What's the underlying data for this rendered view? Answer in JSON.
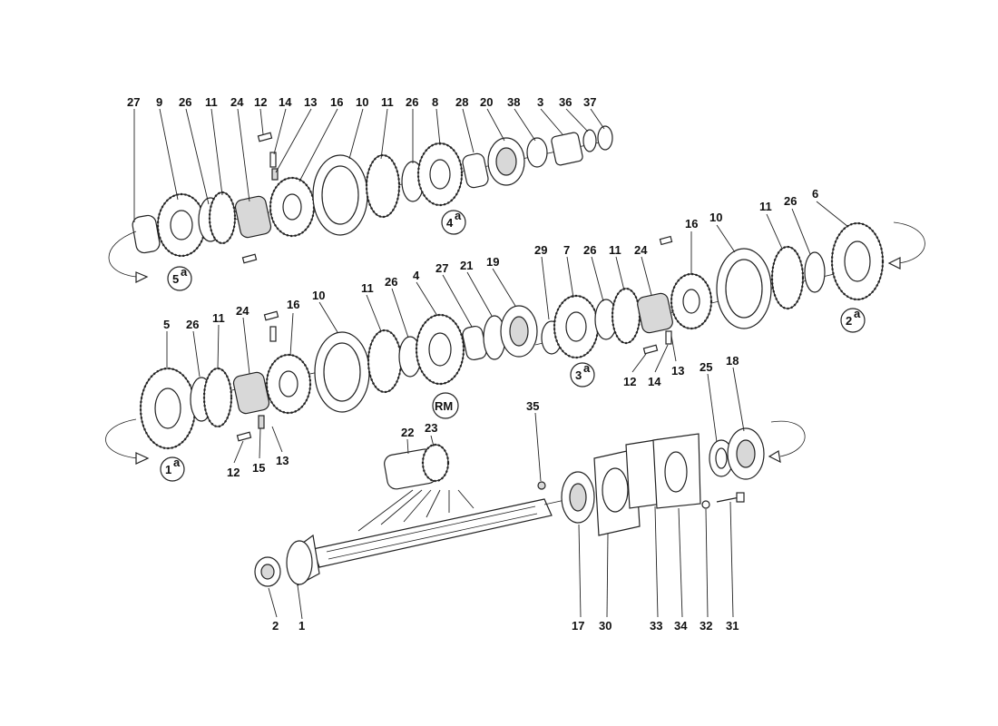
{
  "callouts": {
    "upper": [
      "27",
      "9",
      "26",
      "11",
      "24",
      "12",
      "14",
      "13",
      "16",
      "10",
      "11",
      "26",
      "8",
      "28",
      "20",
      "38",
      "3",
      "36",
      "37"
    ],
    "right": [
      "29",
      "7",
      "26",
      "11",
      "24",
      "16",
      "10",
      "11",
      "26",
      "6"
    ],
    "middle": [
      "5",
      "26",
      "11",
      "24",
      "16",
      "10",
      "11",
      "26",
      "4",
      "27",
      "21",
      "19"
    ],
    "middle_low": [
      "12",
      "15",
      "13",
      "12",
      "14",
      "13"
    ],
    "lower": [
      "22",
      "23",
      "35",
      "25",
      "18",
      "2",
      "1",
      "17",
      "30",
      "33",
      "34",
      "32",
      "31"
    ]
  },
  "gear_badges": {
    "fifth": "5",
    "fourth": "4",
    "second": "2",
    "third": "3",
    "first": "1",
    "reverse": "RM",
    "suffix": "a"
  }
}
